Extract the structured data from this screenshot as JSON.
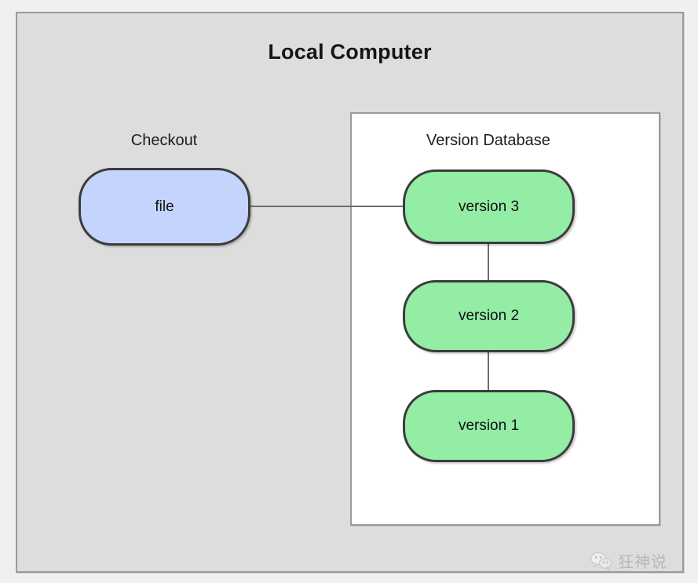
{
  "diagram": {
    "title": "Local Computer",
    "groups": {
      "checkout_label": "Checkout",
      "version_database_label": "Version Database"
    },
    "nodes": [
      {
        "id": "file",
        "label": "file",
        "color": "#c5d4fd",
        "group": "Checkout"
      },
      {
        "id": "version3",
        "label": "version 3",
        "color": "#93eda4",
        "group": "Version Database"
      },
      {
        "id": "version2",
        "label": "version 2",
        "color": "#93eda4",
        "group": "Version Database"
      },
      {
        "id": "version1",
        "label": "version 1",
        "color": "#93eda4",
        "group": "Version Database"
      }
    ],
    "edges": [
      {
        "from": "file",
        "to": "version3"
      },
      {
        "from": "version3",
        "to": "version2"
      },
      {
        "from": "version2",
        "to": "version1"
      }
    ],
    "colors": {
      "outer_background": "#dddddd",
      "inner_background": "#ffffff",
      "border": "#9a9a9a",
      "node_border": "#3c3c3c",
      "connector": "#6e6e6e",
      "page_background": "#f0f0f0"
    }
  },
  "watermark": {
    "icon": "wechat-icon",
    "text": "狂神说"
  }
}
